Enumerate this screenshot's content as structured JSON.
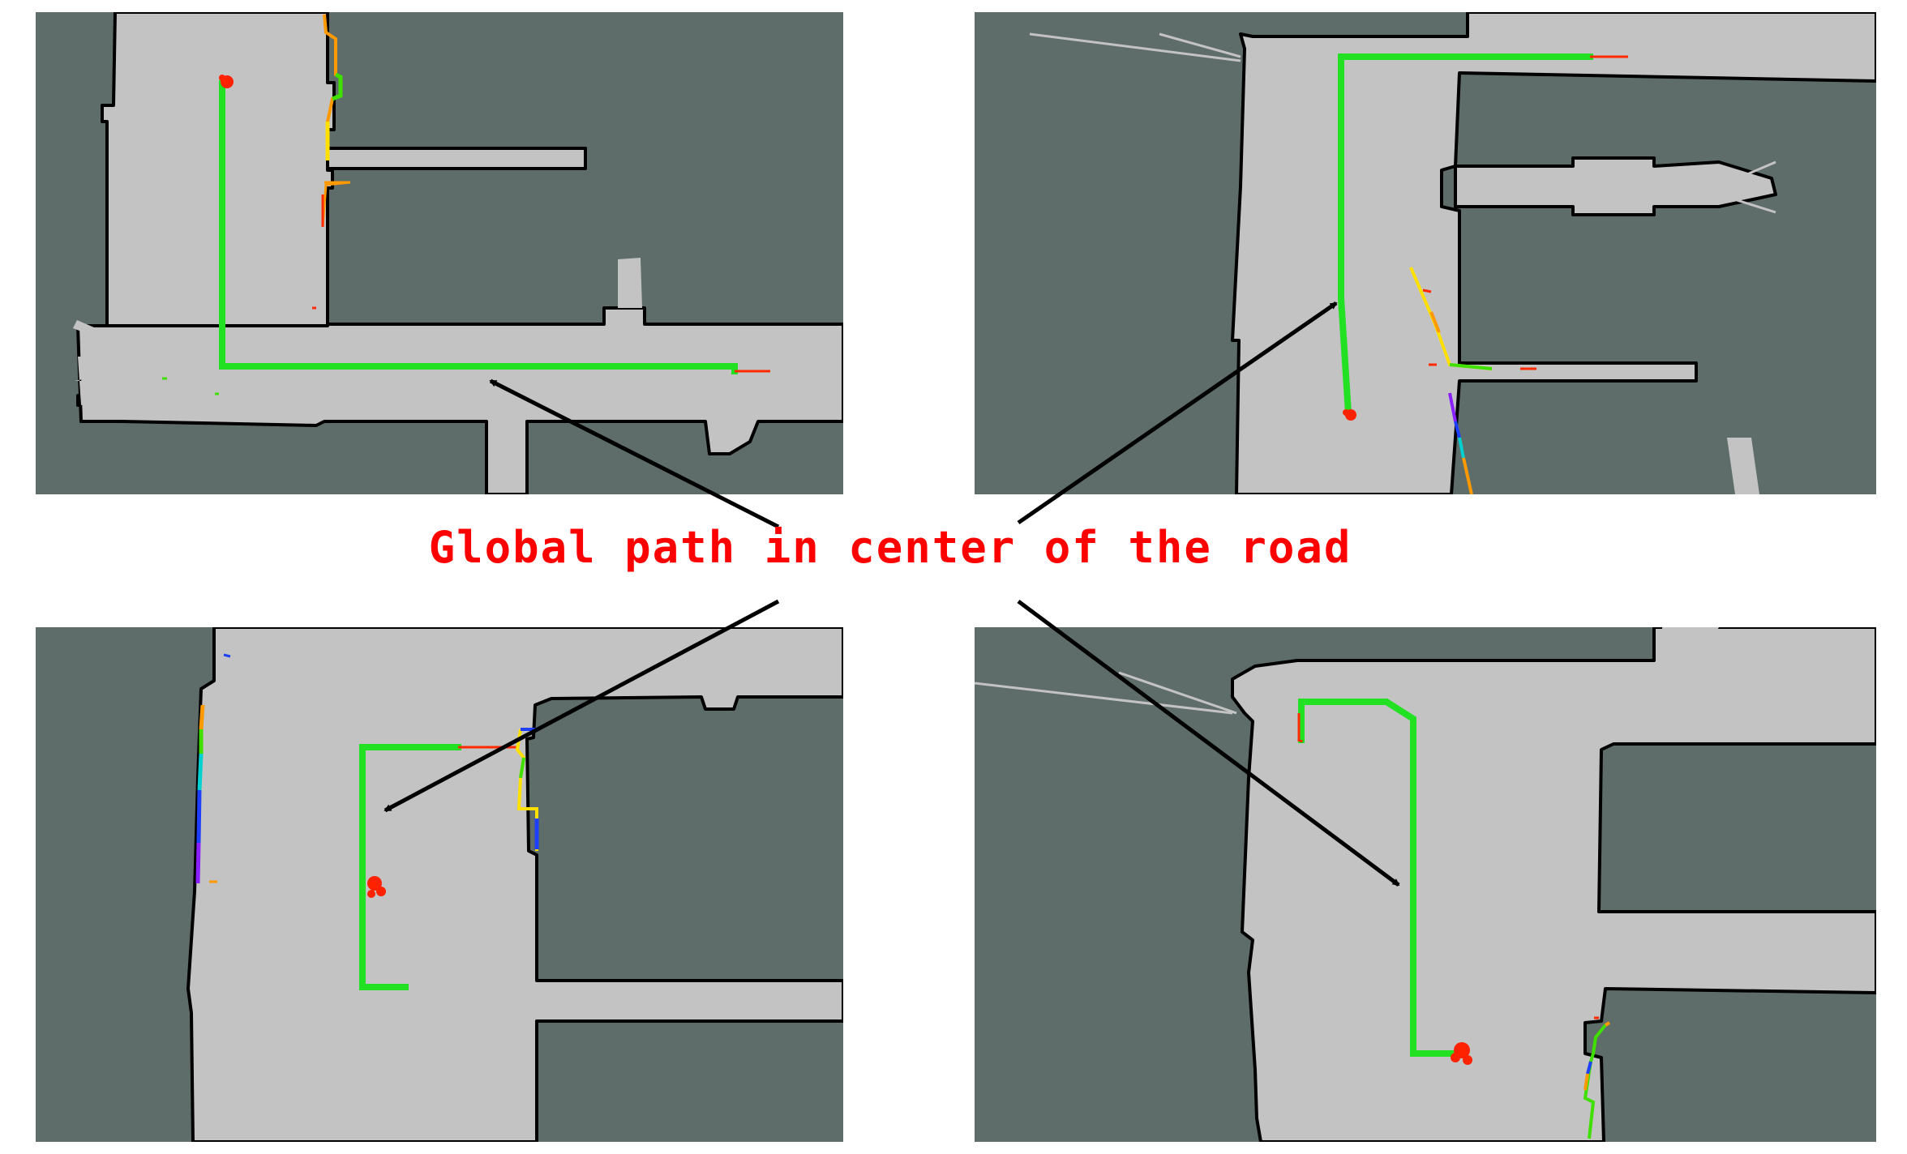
{
  "annotation": {
    "text": "Global path in center of the road",
    "text_color": "#ff0000",
    "arrow_color": "#000000"
  },
  "colors": {
    "background": "#ffffff",
    "occupied": "#5e6c6a",
    "free": "#c3c3c3",
    "wall": "#000000",
    "global_path": "#22e022",
    "robot_marker": "#ff2200",
    "local_cloud": [
      "#ff2a00",
      "#ff9900",
      "#ffe000",
      "#3fe000",
      "#00d0d0",
      "#1f3fff",
      "#8a1fff"
    ]
  },
  "panels": [
    {
      "id": "top-left",
      "global_path": "L-shaped: down the vertical corridor then right along the horizontal corridor"
    },
    {
      "id": "top-right",
      "global_path": "from top corridor down the vertical corridor to the robot"
    },
    {
      "id": "bottom-left",
      "global_path": "U-shaped in the vertical corridor through the robot"
    },
    {
      "id": "bottom-right",
      "global_path": "across the top then down the corridor to the robot"
    }
  ]
}
